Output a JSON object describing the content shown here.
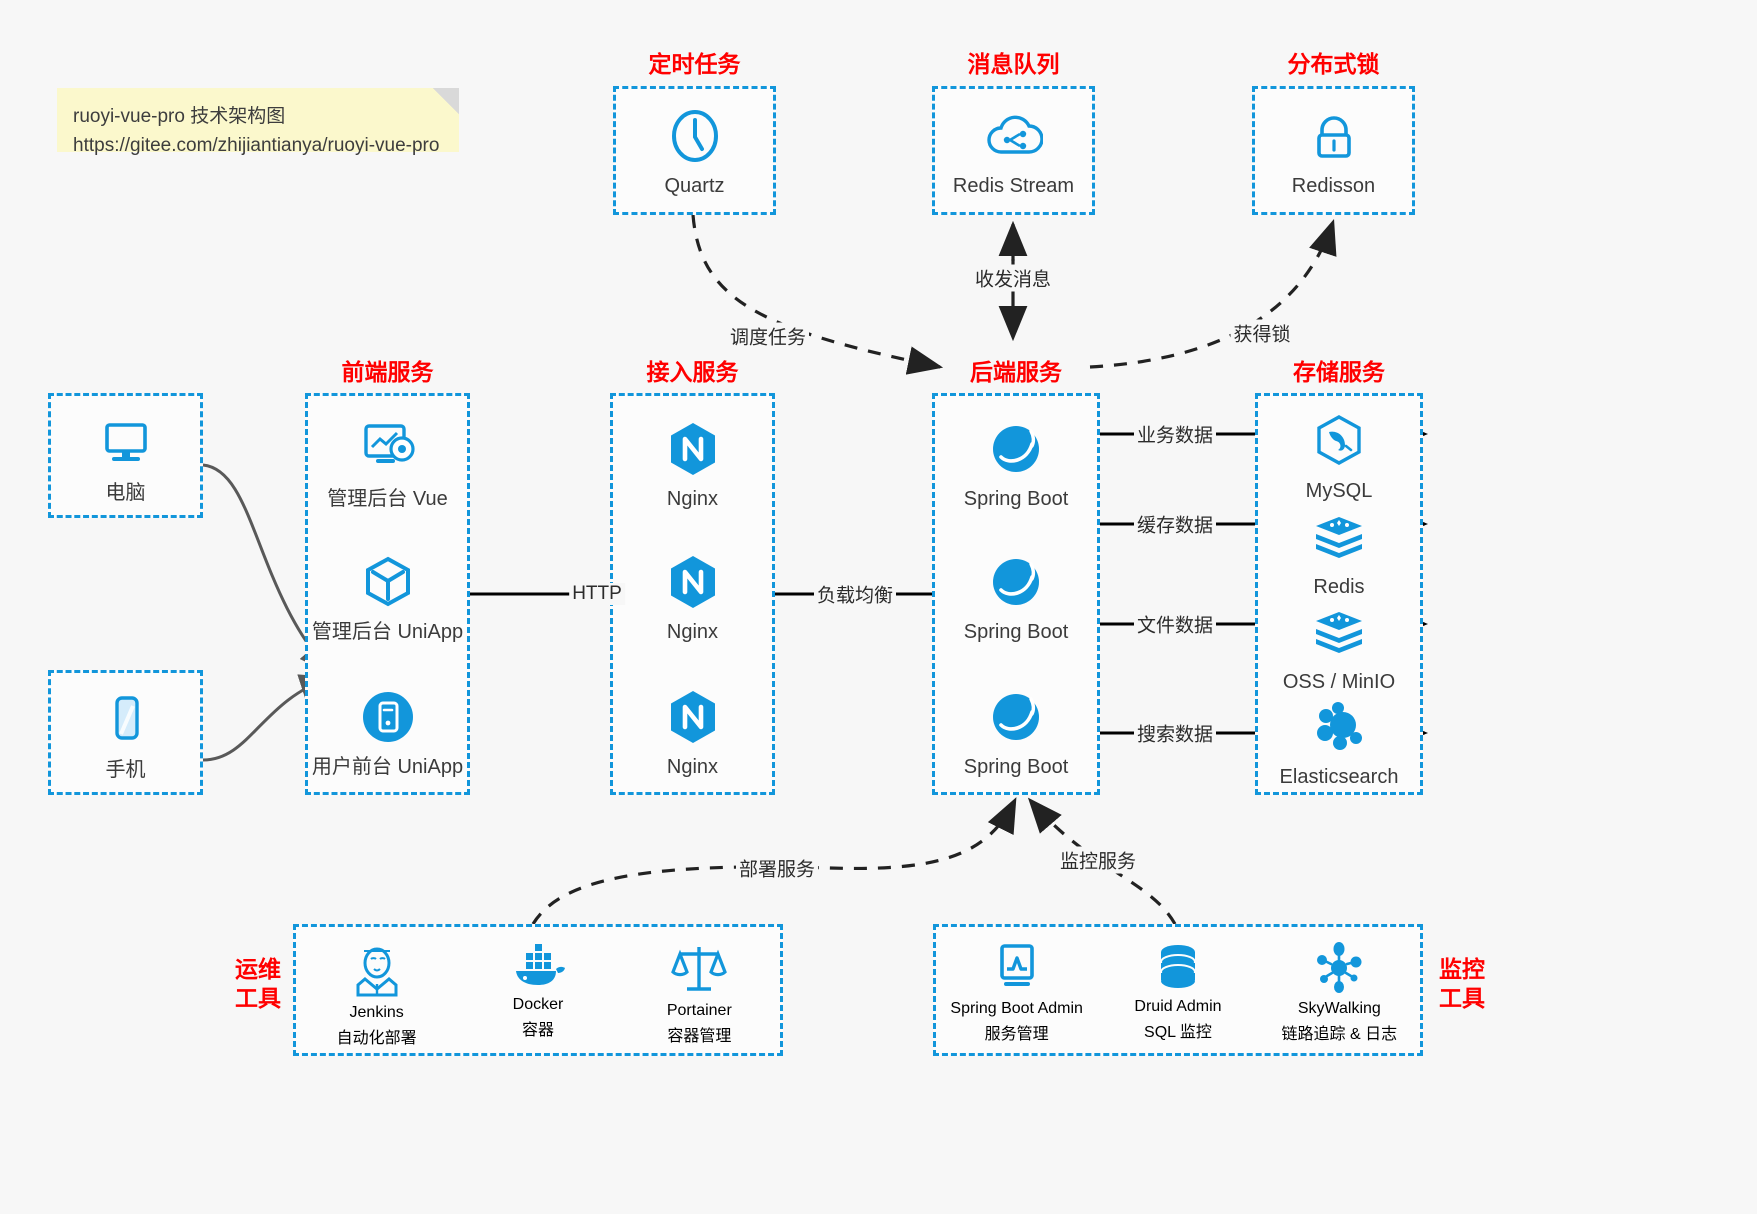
{
  "note": {
    "line1": "ruoyi-vue-pro 技术架构图",
    "line2": "https://gitee.com/zhijiantianya/ruoyi-vue-pro"
  },
  "colors": {
    "accent": "#1296db",
    "group_title": "#ff0000",
    "background": "#f7f7f7",
    "note_background": "#fbf8cc",
    "label_text": "#3b3b3b"
  },
  "groups": {
    "scheduler": {
      "title": "定时任务",
      "nodes": [
        {
          "label": "Quartz",
          "icon": "clock-icon"
        }
      ]
    },
    "mq": {
      "title": "消息队列",
      "nodes": [
        {
          "label": "Redis Stream",
          "icon": "cloud-stream-icon"
        }
      ]
    },
    "lock": {
      "title": "分布式锁",
      "nodes": [
        {
          "label": "Redisson",
          "icon": "lock-icon"
        }
      ]
    },
    "client_pc": {
      "title": "",
      "nodes": [
        {
          "label": "电脑",
          "icon": "desktop-icon"
        }
      ]
    },
    "client_mobile": {
      "title": "",
      "nodes": [
        {
          "label": "手机",
          "icon": "phone-icon"
        }
      ]
    },
    "frontend": {
      "title": "前端服务",
      "nodes": [
        {
          "label": "管理后台 Vue",
          "icon": "dashboard-gear-icon"
        },
        {
          "label": "管理后台 UniApp",
          "icon": "cube-icon"
        },
        {
          "label": "用户前台 UniApp",
          "icon": "mobile-circle-icon"
        }
      ]
    },
    "gateway": {
      "title": "接入服务",
      "nodes": [
        {
          "label": "Nginx",
          "icon": "nginx-icon"
        },
        {
          "label": "Nginx",
          "icon": "nginx-icon"
        },
        {
          "label": "Nginx",
          "icon": "nginx-icon"
        }
      ]
    },
    "backend": {
      "title": "后端服务",
      "nodes": [
        {
          "label": "Spring Boot",
          "icon": "spring-leaf-icon"
        },
        {
          "label": "Spring Boot",
          "icon": "spring-leaf-icon"
        },
        {
          "label": "Spring Boot",
          "icon": "spring-leaf-icon"
        }
      ]
    },
    "storage": {
      "title": "存储服务",
      "nodes": [
        {
          "label": "MySQL",
          "icon": "mysql-dolphin-icon"
        },
        {
          "label": "Redis",
          "icon": "redis-stack-icon"
        },
        {
          "label": "OSS / MinIO",
          "icon": "redis-stack-icon"
        },
        {
          "label": "Elasticsearch",
          "icon": "elasticsearch-icon"
        }
      ]
    },
    "devops": {
      "title": "运维\n工具",
      "title_line1": "运维",
      "title_line2": "工具",
      "nodes": [
        {
          "label": "Jenkins",
          "sub": "自动化部署",
          "icon": "jenkins-butler-icon"
        },
        {
          "label": "Docker",
          "sub": "容器",
          "icon": "docker-whale-icon"
        },
        {
          "label": "Portainer",
          "sub": "容器管理",
          "icon": "scales-icon"
        }
      ]
    },
    "monitor": {
      "title_line1": "监控",
      "title_line2": "工具",
      "nodes": [
        {
          "label": "Spring Boot Admin",
          "sub": "服务管理",
          "icon": "monitor-chart-icon"
        },
        {
          "label": "Druid Admin",
          "sub": "SQL 监控",
          "icon": "database-icon"
        },
        {
          "label": "SkyWalking",
          "sub": "链路追踪 & 日志",
          "icon": "skywalking-icon"
        }
      ]
    }
  },
  "edges": [
    {
      "id": "http",
      "label": "HTTP",
      "from": "frontend",
      "to": "gateway",
      "style": "solid"
    },
    {
      "id": "lb",
      "label": "负载均衡",
      "from": "gateway",
      "to": "backend",
      "style": "solid"
    },
    {
      "id": "biz-data",
      "label": "业务数据",
      "from": "backend",
      "to": "storage",
      "style": "solid"
    },
    {
      "id": "cache-data",
      "label": "缓存数据",
      "from": "backend",
      "to": "storage",
      "style": "solid"
    },
    {
      "id": "file-data",
      "label": "文件数据",
      "from": "backend",
      "to": "storage",
      "style": "solid"
    },
    {
      "id": "search-data",
      "label": "搜索数据",
      "from": "backend",
      "to": "storage",
      "style": "solid"
    },
    {
      "id": "schedule",
      "label": "调度任务",
      "from": "scheduler",
      "to": "backend",
      "style": "dashed"
    },
    {
      "id": "message",
      "label": "收发消息",
      "from": "backend",
      "to": "mq",
      "style": "dashed-bidir"
    },
    {
      "id": "getlock",
      "label": "获得锁",
      "from": "backend",
      "to": "lock",
      "style": "dashed"
    },
    {
      "id": "deploy",
      "label": "部署服务",
      "from": "devops",
      "to": "backend",
      "style": "dashed"
    },
    {
      "id": "monitoring",
      "label": "监控服务",
      "from": "monitor",
      "to": "backend",
      "style": "dashed"
    }
  ]
}
